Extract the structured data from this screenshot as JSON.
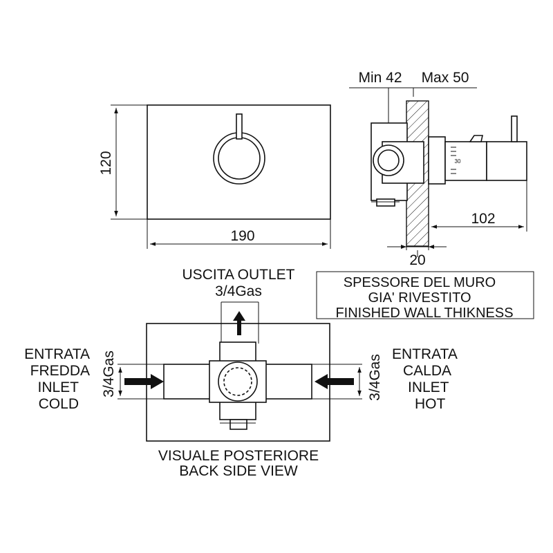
{
  "front_view": {
    "height_dim": "120",
    "width_dim": "190"
  },
  "side_view": {
    "min_label": "Min 42",
    "max_label": "Max 50",
    "depth_dim": "102",
    "wall_dim": "20",
    "dial_marking": "30"
  },
  "wall_note": {
    "line1": "SPESSORE DEL MURO",
    "line2": "GIA' RIVESTITO",
    "line3": "FINISHED WALL THIKNESS"
  },
  "back_view": {
    "outlet_line1": "USCITA  OUTLET",
    "outlet_line2": "3/4Gas",
    "left_size": "3/4Gas",
    "right_size": "3/4Gas",
    "cold_inlet": [
      "ENTRATA",
      "FREDDA",
      "INLET",
      "COLD"
    ],
    "hot_inlet": [
      "ENTRATA",
      "CALDA",
      "INLET",
      "HOT"
    ],
    "caption_line1": "VISUALE POSTERIORE",
    "caption_line2": "BACK SIDE VIEW"
  },
  "colors": {
    "ink": "#111111",
    "background": "#ffffff",
    "hatch": "#111111"
  }
}
